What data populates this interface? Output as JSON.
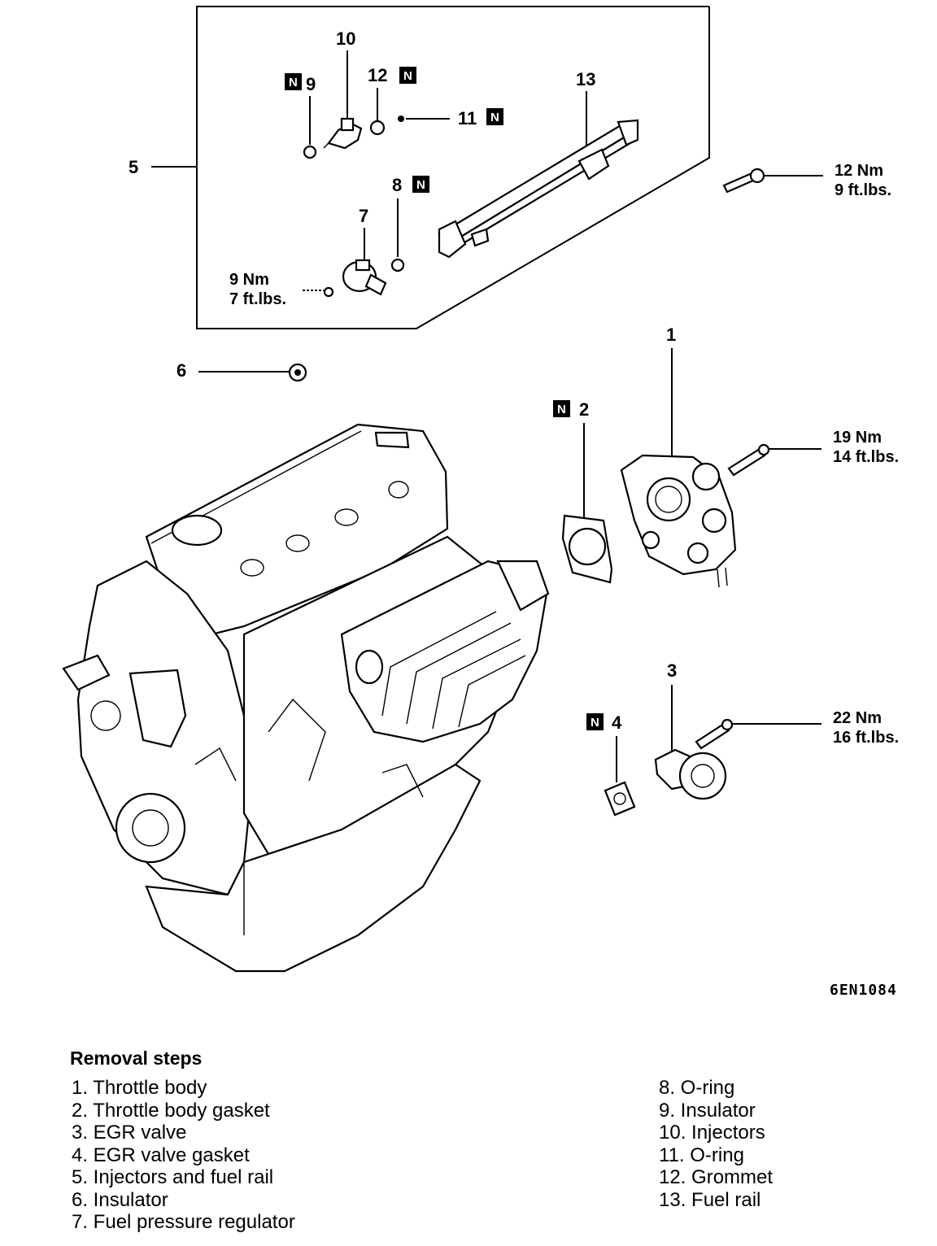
{
  "diagram": {
    "callouts": {
      "c1": "1",
      "c2": "2",
      "c3": "3",
      "c4": "4",
      "c5": "5",
      "c6": "6",
      "c7": "7",
      "c8": "8",
      "c9": "9",
      "c10": "10",
      "c11": "11",
      "c12": "12",
      "c13": "13"
    },
    "new_part_marker": "N",
    "torque": {
      "rail_bolt_nm": "12 Nm",
      "rail_bolt_ft": "9 ft.lbs.",
      "regulator_nm": "9 Nm",
      "regulator_ft": "7 ft.lbs.",
      "throttle_nm": "19 Nm",
      "throttle_ft": "14 ft.lbs.",
      "egr_nm": "22 Nm",
      "egr_ft": "16 ft.lbs."
    },
    "figure_code": "6EN1084"
  },
  "removal": {
    "heading": "Removal steps",
    "steps_left": [
      "1. Throttle body",
      "2. Throttle body gasket",
      "3. EGR valve",
      "4. EGR valve gasket",
      "5. Injectors and fuel rail",
      "6. Insulator",
      "7. Fuel pressure regulator"
    ],
    "steps_right": [
      "8. O-ring",
      "9. Insulator",
      "10. Injectors",
      "11. O-ring",
      "12. Grommet",
      "13. Fuel rail"
    ]
  }
}
